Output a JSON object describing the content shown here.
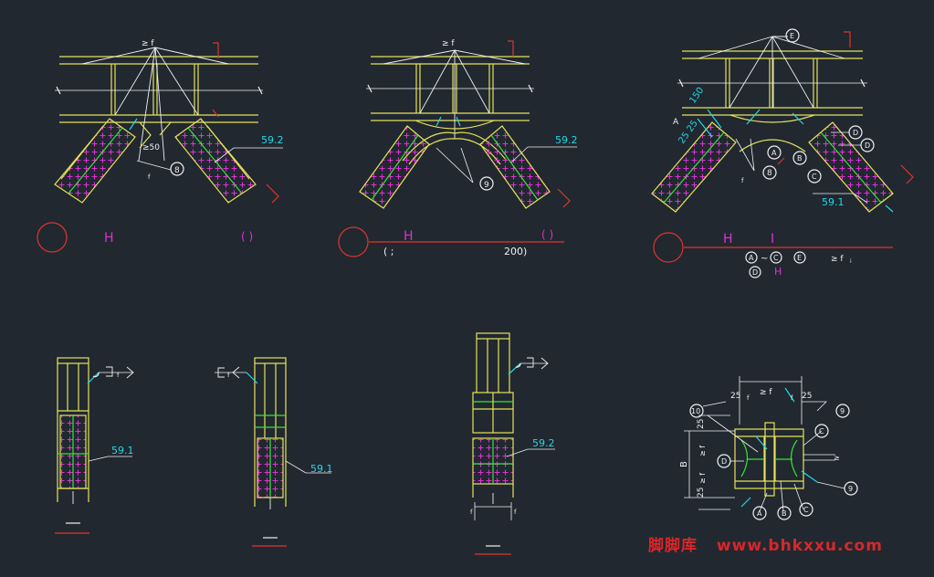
{
  "colors": {
    "background": "#212830",
    "steel": "#e6e25a",
    "dim_text": "#23d8e8",
    "red": "#e0342c",
    "magenta": "#e02fd6",
    "green": "#38e23a",
    "white": "#f0f0f0"
  },
  "top_left": {
    "weld_sym": "≥ f",
    "dim_50": "≥50",
    "f_mark": "f",
    "callout_8": "8",
    "label_59_2": "59.2",
    "title_letter": "H",
    "paren": "(     )"
  },
  "top_mid": {
    "weld_sym": "≥ f",
    "callout_9": "9",
    "label_59_2": "59.2",
    "title_letter": "H",
    "paren": "(     )",
    "sub_left": "(   ;",
    "sub_right": "200)"
  },
  "top_right": {
    "callout_E": "E",
    "dim_150": "150",
    "dim_25_25": "25 25",
    "a_mark": "A",
    "callout_D1": "D",
    "callout_D2": "D",
    "callout_A": "A",
    "callout_B": "B",
    "callout_C": "C",
    "callout_8": "8",
    "f_mark": "f",
    "label_59_1": "59.1",
    "title_letter": "H",
    "title_roman": "I",
    "note_range_a": "A",
    "note_tilde": "~",
    "note_range_c": "C",
    "note_e": "E",
    "note_weld": "≥ f",
    "note_weld_sub": "i",
    "note_d": "D",
    "note_h": "H"
  },
  "bottom": {
    "col1_label": "59.1",
    "col2_label": "59.1",
    "col3_label": "59.2",
    "f_mark": "f",
    "f_left": "f",
    "f_right": "f"
  },
  "section": {
    "callout_10": "10",
    "callout_9a": "9",
    "callout_9b": "9",
    "callout_C1": "C",
    "callout_C2": "C",
    "callout_D": "D",
    "callout_A": "A",
    "callout_B": "B",
    "dim_25a": "25",
    "dim_25b": "25",
    "dim_25c": "25",
    "dim_25d": "25",
    "dim_B": "B",
    "weld_top": "≥ f",
    "f_top1": "f",
    "f_top2": "f",
    "weld_left1": "≥ f",
    "weld_left2": "≥ f",
    "weld_right": "≥"
  },
  "watermark": {
    "brand": "脚脚库",
    "url": "www.bhkxxu.com"
  }
}
